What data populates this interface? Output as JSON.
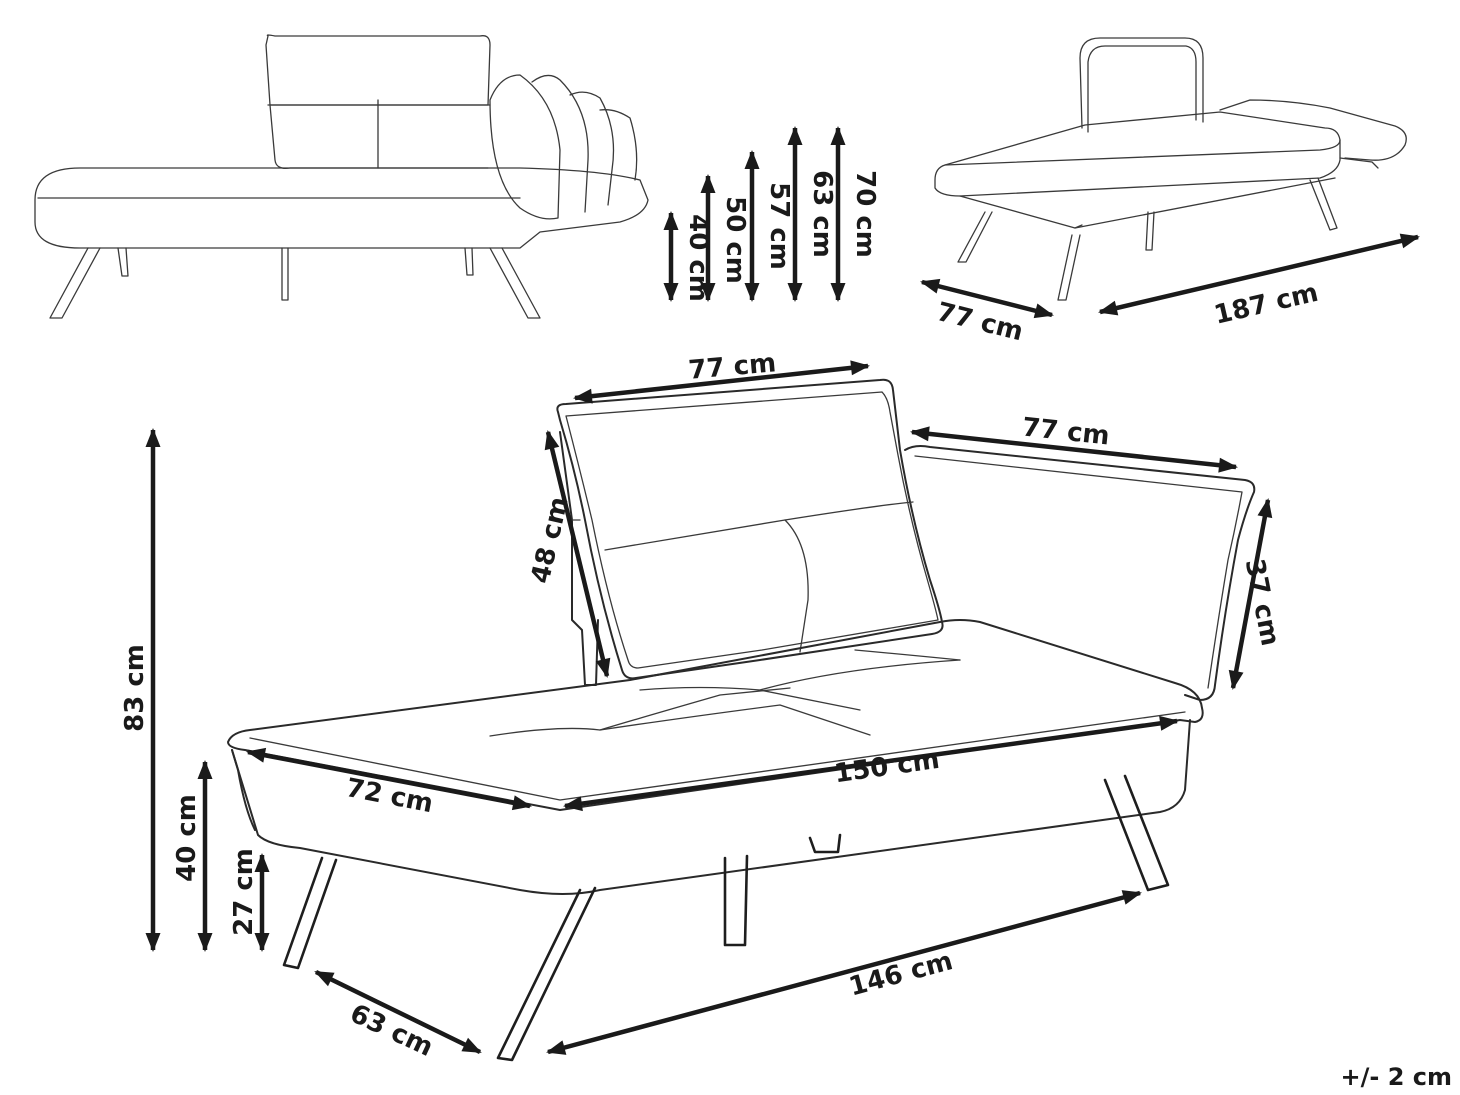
{
  "colors": {
    "ink": "#1a1a1a",
    "background": "#ffffff"
  },
  "labels": {
    "side_h40": "40 cm",
    "side_h50": "50 cm",
    "side_h57": "57 cm",
    "side_h63": "63 cm",
    "side_h70": "70 cm",
    "small_depth": "77 cm",
    "small_length": "187 cm",
    "back_width": "77 cm",
    "arm_length": "77 cm",
    "back_height": "48 cm",
    "arm_height": "37 cm",
    "total_height": "83 cm",
    "seat_height": "40 cm",
    "leg_height": "27 cm",
    "seat_depth": "72 cm",
    "seat_length": "150 cm",
    "base_depth": "63 cm",
    "base_length": "146 cm"
  },
  "tolerance": "+/- 2 cm"
}
